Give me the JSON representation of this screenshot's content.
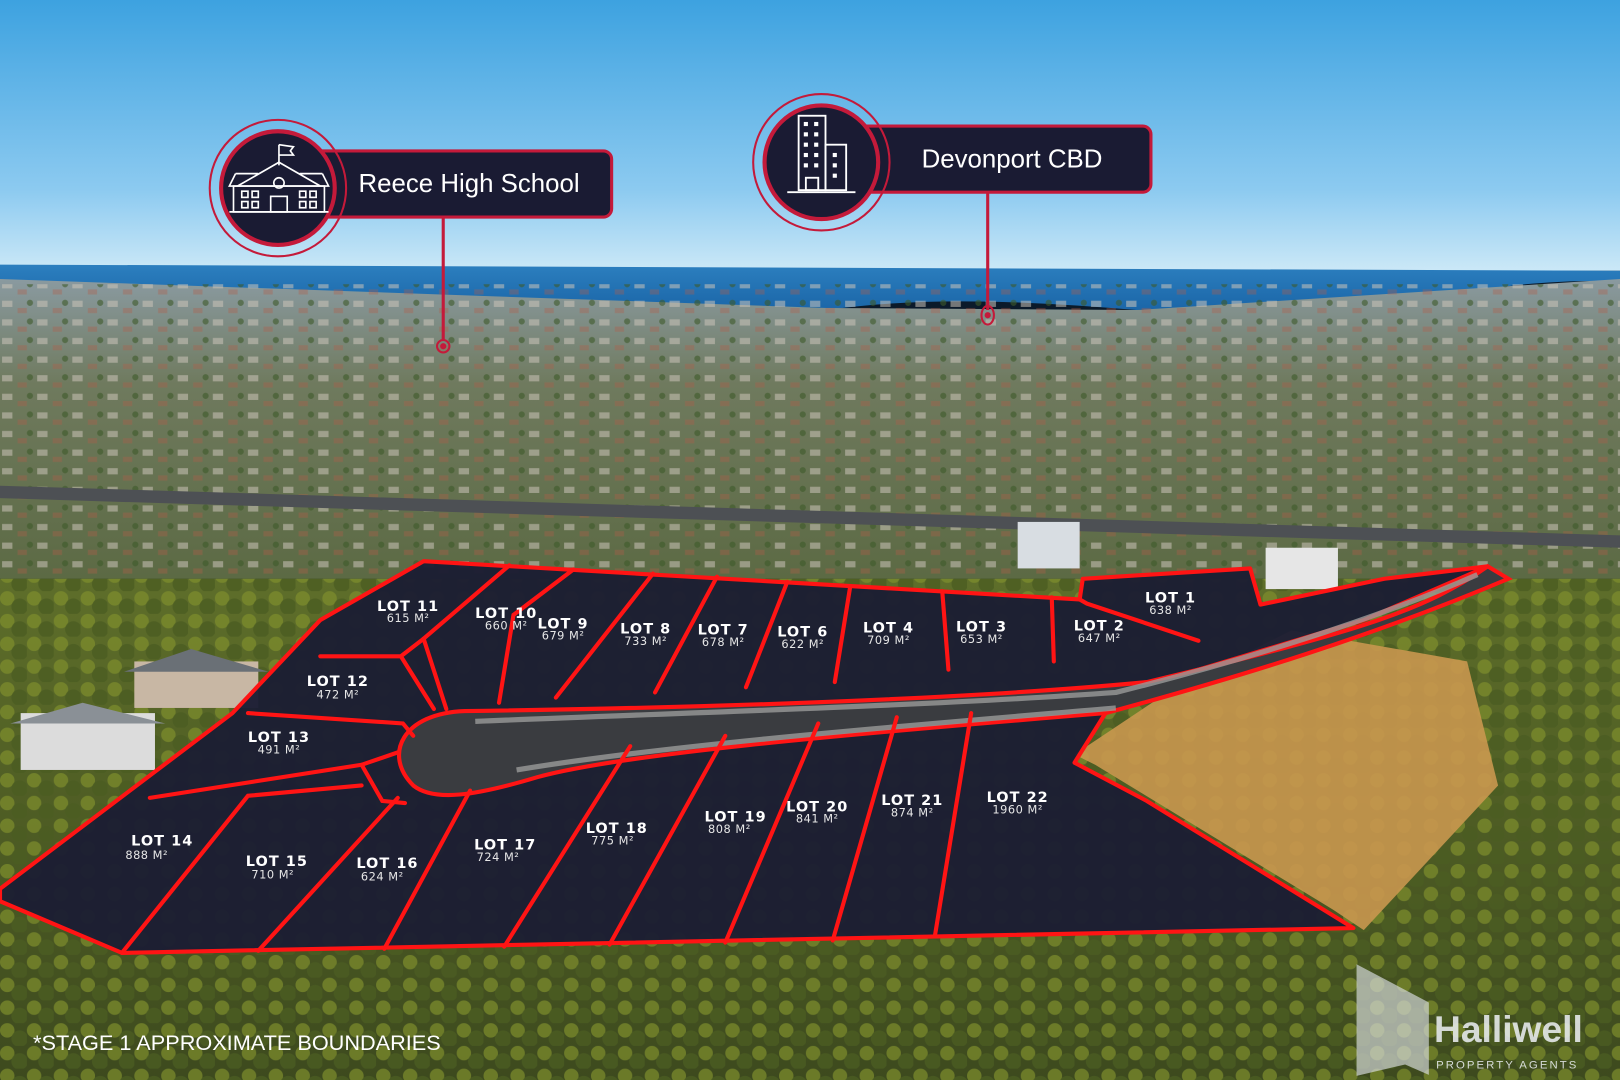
{
  "colors": {
    "boundary": "#ff1414",
    "lot_fill": "#1b1d33",
    "callout_bg": "#1a1b33",
    "callout_ring": "#c41a3a",
    "sky_top": "#3fa4e0",
    "sky_bottom": "#bfe3f6",
    "sea": "#1f73b4"
  },
  "callouts": [
    {
      "label": "Reece High School",
      "icon": "school-icon"
    },
    {
      "label": "Devonport CBD",
      "icon": "office-building-icon"
    }
  ],
  "lots": {
    "l1": {
      "name": "LOT 1",
      "area": "638 M²"
    },
    "l2": {
      "name": "LOT 2",
      "area": "647 M²"
    },
    "l3": {
      "name": "LOT 3",
      "area": "653 M²"
    },
    "l4": {
      "name": "LOT 4",
      "area": "709 M²"
    },
    "l6": {
      "name": "LOT 6",
      "area": "622 M²"
    },
    "l7": {
      "name": "LOT 7",
      "area": "678 M²"
    },
    "l8": {
      "name": "LOT 8",
      "area": "733 M²"
    },
    "l9": {
      "name": "LOT 9",
      "area": "679 M²"
    },
    "l10": {
      "name": "LOT 10",
      "area": "660 M²"
    },
    "l11": {
      "name": "LOT 11",
      "area": "615 M²"
    },
    "l12": {
      "name": "LOT 12",
      "area": "472 M²"
    },
    "l13": {
      "name": "LOT 13",
      "area": "491 M²"
    },
    "l14": {
      "name": "LOT 14",
      "area": "888 M²"
    },
    "l15": {
      "name": "LOT 15",
      "area": "710 M²"
    },
    "l16": {
      "name": "LOT 16",
      "area": "624 M²"
    },
    "l17": {
      "name": "LOT 17",
      "area": "724 M²"
    },
    "l18": {
      "name": "LOT 18",
      "area": "775 M²"
    },
    "l19": {
      "name": "LOT 19",
      "area": "808 M²"
    },
    "l20": {
      "name": "LOT 20",
      "area": "841 M²"
    },
    "l21": {
      "name": "LOT 21",
      "area": "874 M²"
    },
    "l22": {
      "name": "LOT 22",
      "area": "1960 M²"
    }
  },
  "disclaimer": "*STAGE 1 APPROXIMATE BOUNDARIES",
  "brand": {
    "name": "Halliwell",
    "tagline": "PROPERTY AGENTS"
  }
}
